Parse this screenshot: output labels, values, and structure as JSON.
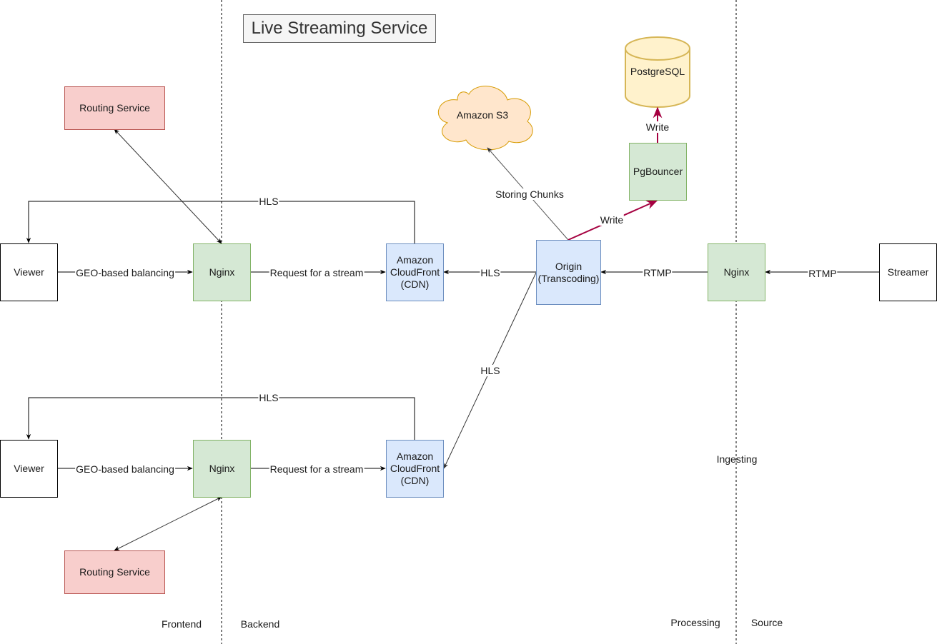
{
  "title": "Live Streaming Service",
  "nodes": {
    "viewer_top": "Viewer",
    "viewer_bottom": "Viewer",
    "nginx_top": "Nginx",
    "nginx_bottom": "Nginx",
    "nginx_ingest": "Nginx",
    "cdn_top": "Amazon\nCloudFront\n(CDN)",
    "cdn_bottom": "Amazon\nCloudFront\n(CDN)",
    "origin": "Origin\n(Transcoding)",
    "streamer": "Streamer",
    "routing_top": "Routing Service",
    "routing_bottom": "Routing Service",
    "pgbouncer": "PgBouncer",
    "postgres": "PostgreSQL",
    "s3": "Amazon S3"
  },
  "edges": {
    "hls_loop_top": "HLS",
    "hls_loop_bottom": "HLS",
    "geo_top": "GEO-based balancing",
    "geo_bottom": "GEO-based balancing",
    "request_top": "Request for a stream",
    "request_bottom": "Request for a stream",
    "hls_origin_cdn_top": "HLS",
    "hls_origin_cdn_bottom": "HLS",
    "rtmp_nginx_origin": "RTMP",
    "rtmp_streamer_nginx": "RTMP",
    "storing_chunks": "Storing Chunks",
    "write_origin_pg": "Write",
    "write_pg_db": "Write"
  },
  "zones": {
    "frontend": "Frontend",
    "backend": "Backend",
    "processing": "Processing",
    "source": "Source",
    "ingesting": "Ingesting"
  },
  "colors": {
    "white_fill": "#ffffff",
    "green_fill": "#d5e8d4",
    "green_stroke": "#82b366",
    "blue_fill": "#dae8fc",
    "blue_stroke": "#6c8ebf",
    "red_fill": "#f8cecc",
    "red_stroke": "#b85450",
    "db_fill": "#fff2cc",
    "db_stroke": "#d6b656",
    "write_edge": "#a50040"
  }
}
